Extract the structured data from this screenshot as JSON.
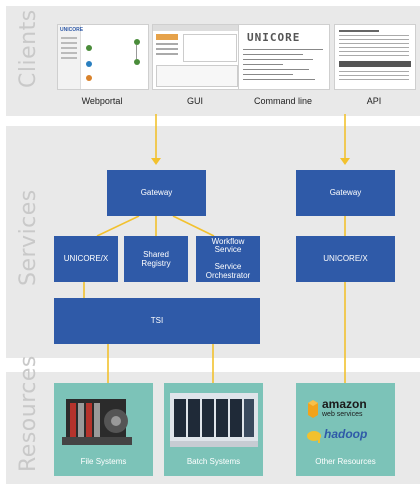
{
  "bands": {
    "clients_title": "Clients",
    "services_title": "Services",
    "resources_title": "Resources"
  },
  "clients": [
    {
      "label": "Webportal"
    },
    {
      "label": "GUI"
    },
    {
      "label": "Command line"
    },
    {
      "label": "API"
    }
  ],
  "webportal_logo": "UNICORE",
  "cmdline_logo": "UNICORE",
  "services": {
    "gateway_left": "Gateway",
    "gateway_right": "Gateway",
    "unicorex_left": "UNICORE/X",
    "unicorex_right": "UNICORE/X",
    "shared_registry": "Shared\nRegistry",
    "workflow": "Workflow\nService\n\nService\nOrchestrator",
    "tsi": "TSI"
  },
  "resources": [
    {
      "label": "File Systems"
    },
    {
      "label": "Batch Systems"
    },
    {
      "label": "Other Resources"
    }
  ],
  "logos": {
    "amazon": "amazon",
    "aws_sub": "web services",
    "hadoop": "hadoop"
  },
  "colors": {
    "service_box": "#2f5aa8",
    "resource_box": "#7cc3b8",
    "connector": "#f2c12e",
    "band": "#e9e9e9"
  }
}
